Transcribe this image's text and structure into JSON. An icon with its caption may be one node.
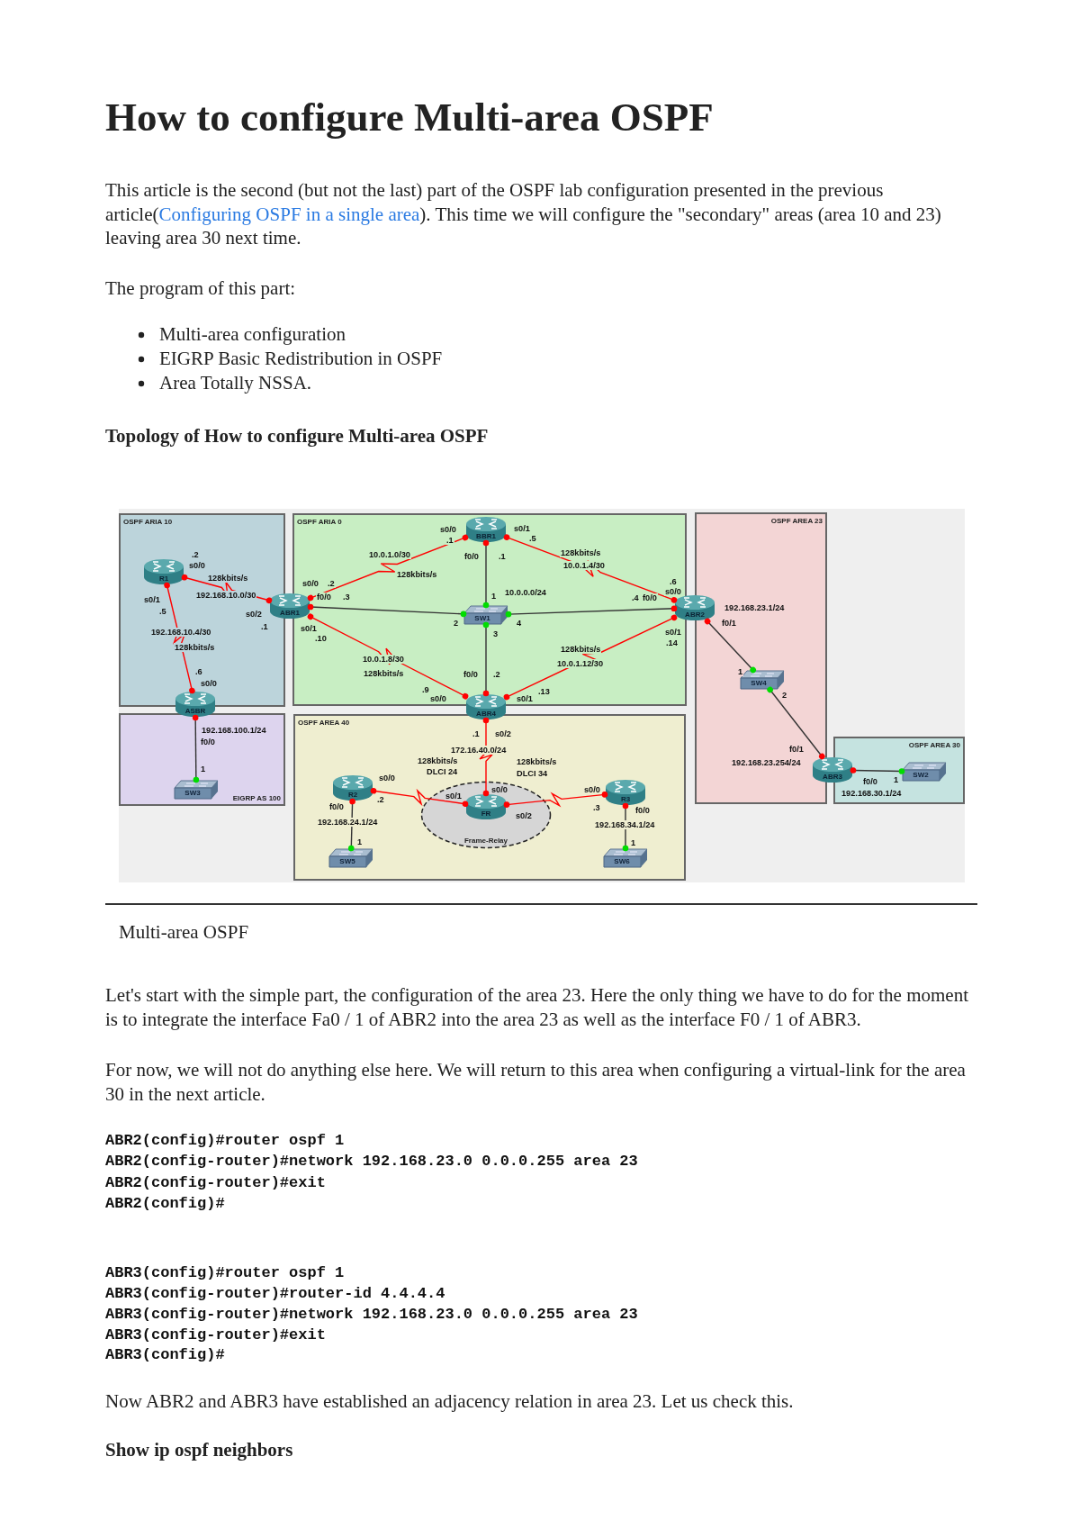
{
  "diagram": {
    "title": "How to configure Multi-area OSPF",
    "caption": "Multi-area OSPF",
    "nodes": [
      {
        "text": [
          "OSPF ARIA 10"
        ]
      },
      {
        "text": [
          "OSPF ARIA 0"
        ]
      },
      {
        "text": [
          "OSPF AREA 23"
        ]
      },
      {
        "text": [
          "OSPF AREA 30"
        ]
      },
      {
        "text": [
          "EIGRP AS 100"
        ]
      },
      {
        "text": [
          "OSPF AREA 40"
        ]
      },
      {
        "text": [
          "Frame-Relay"
        ],
        "in": 5
      },
      {
        "text": [
          "R1"
        ],
        "in": 0
      },
      {
        "text": [
          "ABR1"
        ]
      },
      {
        "text": [
          "BBR1"
        ],
        "in": 1
      },
      {
        "text": [
          "SW1"
        ],
        "in": 1
      },
      {
        "text": [
          "ABR2"
        ]
      },
      {
        "text": [
          "ASBR"
        ]
      },
      {
        "text": [
          "ABR4"
        ]
      },
      {
        "text": [
          "SW3"
        ],
        "in": 4
      },
      {
        "text": [
          "SW4"
        ],
        "in": 2
      },
      {
        "text": [
          "ABR3"
        ]
      },
      {
        "text": [
          "SW2"
        ],
        "in": 3
      },
      {
        "text": [
          "R2"
        ],
        "in": 5
      },
      {
        "text": [
          "FR"
        ],
        "in": 6
      },
      {
        "text": [
          "R3"
        ],
        "in": 5
      },
      {
        "text": [
          "SW5"
        ],
        "in": 5
      },
      {
        "text": [
          "SW6"
        ],
        "in": 5
      }
    ],
    "edges": [
      {
        "from": 7,
        "to": 8,
        "arrow": "other",
        "label": "192.168.10.0/30",
        "color": "#ff0000"
      },
      {
        "from": 7,
        "to": 12,
        "arrow": "other",
        "label": "192.168.10.4/30",
        "color": "#ff0000"
      },
      {
        "from": 8,
        "to": 9,
        "arrow": "other",
        "label": "10.0.1.0/30",
        "color": "#ff0000"
      },
      {
        "from": 9,
        "to": 11,
        "arrow": "other",
        "label": "10.0.1.4/30",
        "color": "#ff0000"
      },
      {
        "from": 8,
        "to": 13,
        "arrow": "other",
        "label": "10.0.1.8/30",
        "color": "#ff0000"
      },
      {
        "from": 11,
        "to": 13,
        "arrow": "other",
        "label": "10.0.1.12/30",
        "color": "#ff0000"
      },
      {
        "from": 8,
        "to": 10,
        "arrow": "other"
      },
      {
        "from": 9,
        "to": 10,
        "arrow": "other"
      },
      {
        "from": 11,
        "to": 10,
        "arrow": "other"
      },
      {
        "from": 13,
        "to": 10,
        "arrow": "other"
      },
      {
        "from": 12,
        "to": 14,
        "arrow": "other"
      },
      {
        "from": 13,
        "to": 19,
        "arrow": "other",
        "label": "172.16.40.0/24",
        "color": "#ff0000"
      },
      {
        "from": 18,
        "to": 19,
        "arrow": "other",
        "color": "#ff0000"
      },
      {
        "from": 19,
        "to": 20,
        "arrow": "other",
        "color": "#ff0000"
      },
      {
        "from": 18,
        "to": 21,
        "arrow": "other"
      },
      {
        "from": 20,
        "to": 22,
        "arrow": "other"
      },
      {
        "from": 11,
        "to": 15,
        "arrow": "other"
      },
      {
        "from": 15,
        "to": 16,
        "arrow": "other"
      },
      {
        "from": 16,
        "to": 17,
        "arrow": "other"
      }
    ],
    "labels": [
      "This article is the second (but not the last) part of the OSPF lab configuration presented in the previous article(",
      "Configuring OSPF in a single area",
      "). This time we will configure the \"secondary\" areas (area 10 and 23) leaving area 30 next time.",
      "The program of this part:",
      "Multi-area configuration",
      "EIGRP Basic Redistribution in OSPF",
      "Area Totally NSSA.",
      "Topology of How to configure Multi-area OSPF",
      ".2",
      "s0/0",
      "128kbits/s",
      "s0/1",
      ".5",
      "s0/2",
      ".1",
      "128kbits/s",
      ".6",
      "s0/0",
      "s0/0",
      ".1",
      "s0/1",
      ".5",
      "128kbits/s",
      "f0/0",
      ".1",
      "128kbits/s",
      ".6",
      "s0/0",
      "s0/0",
      ".2",
      "f0/0",
      ".3",
      "1",
      "10.0.0.0/24",
      "2",
      "4",
      "3",
      ".4",
      "f0/0",
      "s0/1",
      ".10",
      "s0/1",
      ".14",
      "128kbits/s",
      "128kbits/s",
      "f0/0",
      ".2",
      ".9",
      "s0/0",
      ".13",
      "s0/1",
      "192.168.23.1/24",
      "f0/1",
      "1",
      "2",
      "f0/1",
      "192.168.23.254/24",
      "f0/0",
      "1",
      "192.168.30.1/24",
      "192.168.100.1/24",
      "f0/0",
      "1",
      ".1",
      "s0/2",
      "128kbits/s",
      "DLCI 24",
      "128kbits/s",
      "DLCI 34",
      "s0/0",
      ".2",
      "f0/0",
      "192.168.24.1/24",
      "1",
      "s0/0",
      "s0/1",
      "s0/2",
      "s0/0",
      ".3",
      "f0/0",
      "192.168.34.1/24",
      "1",
      "Let's start with the simple part, the configuration of the area 23. Here the only thing we have to do for the moment is to integrate the interface Fa0 / 1 of ABR2 into the area 23 as well as the interface F0 / 1 of ABR3.",
      "For now, we will not do anything else here. We will return to this area when configuring a virtual-link for the area 30 in the next article.",
      "ABR2(config)#router ospf 1",
      "ABR2(config-router)#network 192.168.23.0 0.0.0.255 area 23",
      "ABR2(config-router)#exit",
      "ABR2(config)#",
      "ABR3(config)#router ospf 1",
      "ABR3(config-router)#router-id 4.4.4.4",
      "ABR3(config-router)#network 192.168.23.0 0.0.0.255 area 23",
      "ABR3(config-router)#exit",
      "ABR3(config)#",
      "Now ABR2 and ABR3 have established an adjacency relation in area 23. Let us check this.",
      "Show ip ospf neighbors"
    ]
  }
}
